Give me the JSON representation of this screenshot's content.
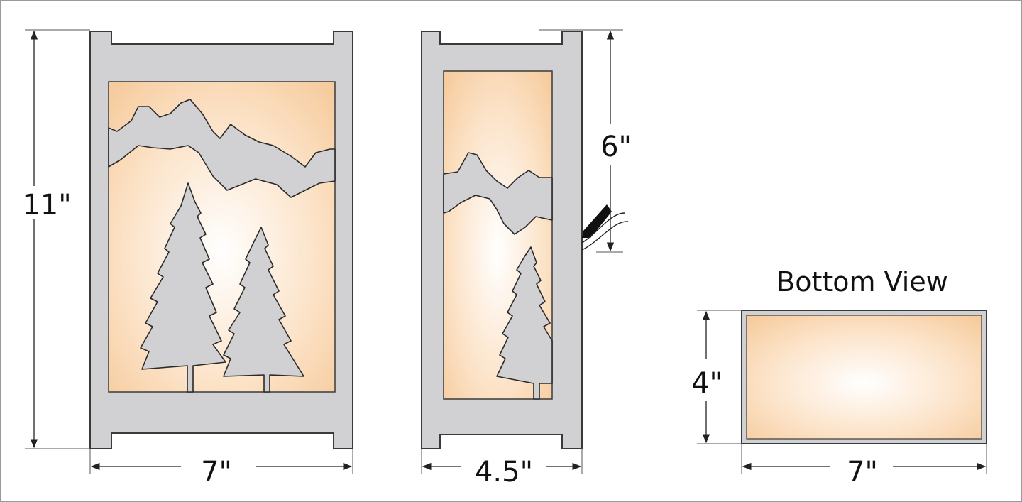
{
  "front_view": {
    "height_label": "11\"",
    "width_label": "7\""
  },
  "side_view": {
    "height_label": "6\"",
    "depth_label": "4.5\""
  },
  "bottom_view": {
    "title": "Bottom View",
    "depth_label": "4\"",
    "width_label": "7\""
  },
  "colors": {
    "frame": "#d1d1d3",
    "glow_outer": "#f7cfa3",
    "glow_inner": "#ffffff",
    "outline": "#3a3a3a"
  }
}
